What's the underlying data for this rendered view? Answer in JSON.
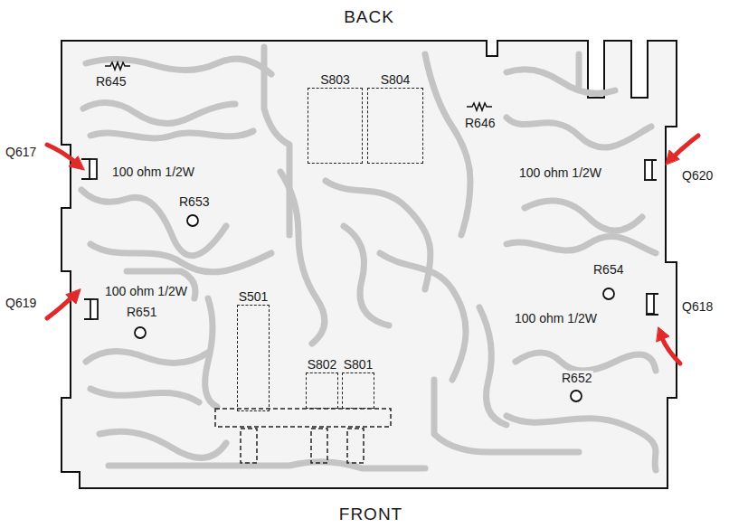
{
  "diagram": {
    "nodes": [
      {
        "text": [
          "S803"
        ]
      },
      {
        "text": [
          "S804"
        ]
      },
      {
        "text": [
          "S501"
        ]
      },
      {
        "text": [
          "S802"
        ]
      },
      {
        "text": [
          "S801"
        ]
      }
    ],
    "labels": [
      "BACK",
      "R645",
      "R646",
      "Q617",
      "100 ohm 1/2W",
      "100 ohm 1/2W",
      "Q620",
      "R653",
      "Q619",
      "100 ohm 1/2W",
      "R651",
      "R654",
      "100 ohm 1/2W",
      "Q618",
      "R652",
      "FRONT"
    ]
  }
}
